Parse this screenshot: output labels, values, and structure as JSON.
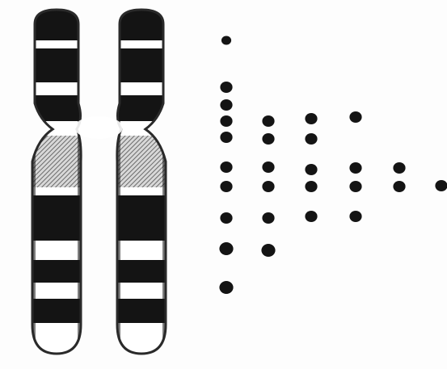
{
  "figure": {
    "background": "#fdfdfd",
    "ink_color": "#141414",
    "outline_color": "#2a2a2a",
    "band_light_color": "#ffffff",
    "centromere_hatch_color": "#8a8a8a"
  },
  "chromosome": {
    "chromatids": 2,
    "p_arm_bands": [
      "dark",
      "light",
      "dark",
      "light",
      "dark"
    ],
    "q_arm_bands": [
      "hatched",
      "light",
      "dark",
      "light",
      "dark",
      "light",
      "dark",
      "light"
    ]
  },
  "dot_grid": {
    "icon": "dot-cluster-icon",
    "column_dot_counts": [
      10,
      6,
      5,
      4,
      2,
      1
    ]
  }
}
